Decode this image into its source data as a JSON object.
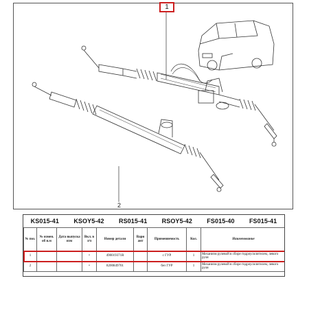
{
  "callouts": {
    "one": "1",
    "two": "2"
  },
  "codes": [
    "KS015-41",
    "KSOY5-42",
    "RS015-41",
    "RSOY5-42",
    "FS015-40",
    "FS015-41"
  ],
  "table": {
    "headers": {
      "pos": "№ поз.",
      "changed": "№ измен. об и.м",
      "date": "Дата выпуска изм",
      "qty_flag": "Вкл. в з/ч",
      "part_no": "Номер детали",
      "variant": "Вари ант",
      "applicability": "Применяемость",
      "count": "Кол.",
      "name": "Наименование"
    },
    "rows": [
      {
        "pos": "1",
        "changed": "",
        "date": "",
        "qty_flag": "•",
        "part_no": "490019371R",
        "variant": "",
        "applicability": "с ГУР",
        "count": "1",
        "name": "Механизм рулевой в сборе гидроусилителем, левого руля"
      },
      {
        "pos": "2",
        "changed": "",
        "date": "",
        "qty_flag": "•",
        "part_no": "8200849701",
        "variant": "",
        "applicability": "без ГУР",
        "count": "1",
        "name": "Механизм рулевой в сборе гидроусилителем, левого руля"
      }
    ]
  },
  "colors": {
    "highlight": "#cc1f1f",
    "line": "#333333"
  },
  "icons": [
    "car-drawing",
    "steering-rack-drawing"
  ]
}
